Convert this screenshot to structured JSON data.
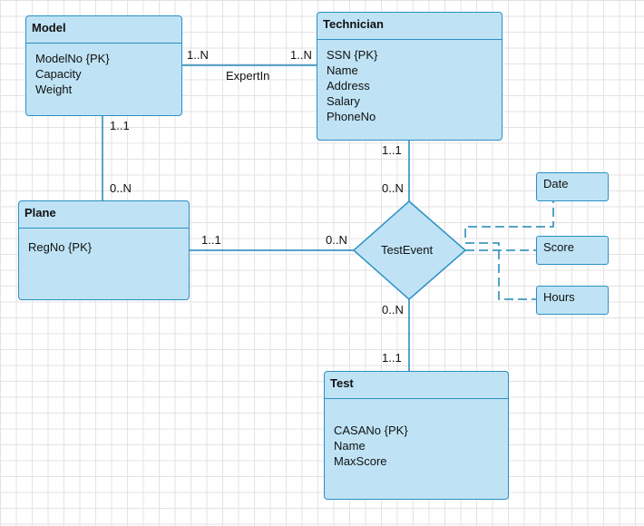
{
  "entities": {
    "model": {
      "title": "Model",
      "attributes": [
        "ModelNo {PK}",
        "Capacity",
        "Weight"
      ]
    },
    "technician": {
      "title": "Technician",
      "attributes": [
        "SSN {PK}",
        "Name",
        "Address",
        "Salary",
        "PhoneNo"
      ]
    },
    "plane": {
      "title": "Plane",
      "attributes": [
        "RegNo {PK}"
      ]
    },
    "test": {
      "title": "Test",
      "attributes": [
        "CASANo {PK}",
        "Name",
        "MaxScore"
      ]
    }
  },
  "relationships": {
    "expertin": {
      "label": "ExpertIn"
    },
    "testevent": {
      "label": "TestEvent"
    }
  },
  "relationship_attributes": {
    "date": "Date",
    "score": "Score",
    "hours": "Hours"
  },
  "multiplicities": {
    "model_expertin": "1..N",
    "technician_expertin": "1..N",
    "model_plane": "1..1",
    "plane_model": "0..N",
    "technician_testevent": "1..1",
    "testevent_technician": "0..N",
    "plane_testevent": "1..1",
    "testevent_plane": "0..N",
    "testevent_test": "0..N",
    "test_testevent": "1..1"
  },
  "colors": {
    "fill": "#bfe3f5",
    "stroke": "#2b8fc4",
    "line": "#1f86b8"
  }
}
